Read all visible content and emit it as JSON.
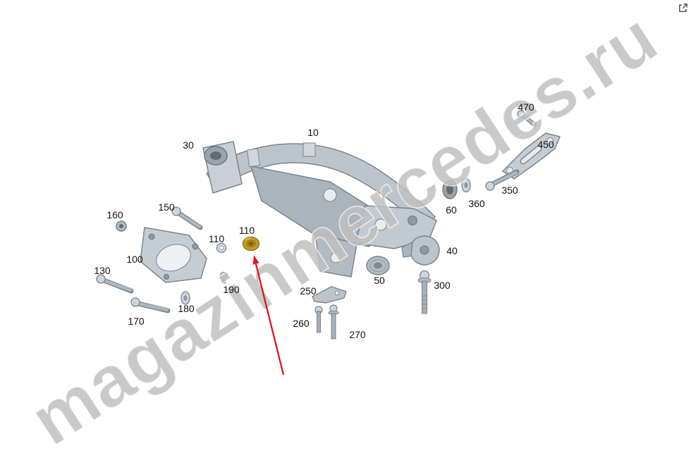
{
  "watermark": {
    "text": "magazinmercedes.ru"
  },
  "toolbar": {
    "external_link_icon": "external-link"
  },
  "diagram": {
    "type": "exploded-parts-diagram",
    "pointer_arrow": {
      "color": "#e8131b",
      "points_to_label": "110"
    },
    "colors": {
      "part_gray": "#bcc5cc",
      "part_dark": "#9aa4ad",
      "outline": "#7b858e",
      "brass_plug": "#c79a27"
    },
    "labels": [
      {
        "text": "10"
      },
      {
        "text": "30"
      },
      {
        "text": "470"
      },
      {
        "text": "450"
      },
      {
        "text": "350"
      },
      {
        "text": "360"
      },
      {
        "text": "60"
      },
      {
        "text": "160"
      },
      {
        "text": "150"
      },
      {
        "text": "110"
      },
      {
        "text": "110"
      },
      {
        "text": "100"
      },
      {
        "text": "40"
      },
      {
        "text": "130"
      },
      {
        "text": "50"
      },
      {
        "text": "300"
      },
      {
        "text": "190"
      },
      {
        "text": "250"
      },
      {
        "text": "180"
      },
      {
        "text": "170"
      },
      {
        "text": "260"
      },
      {
        "text": "270"
      }
    ]
  }
}
